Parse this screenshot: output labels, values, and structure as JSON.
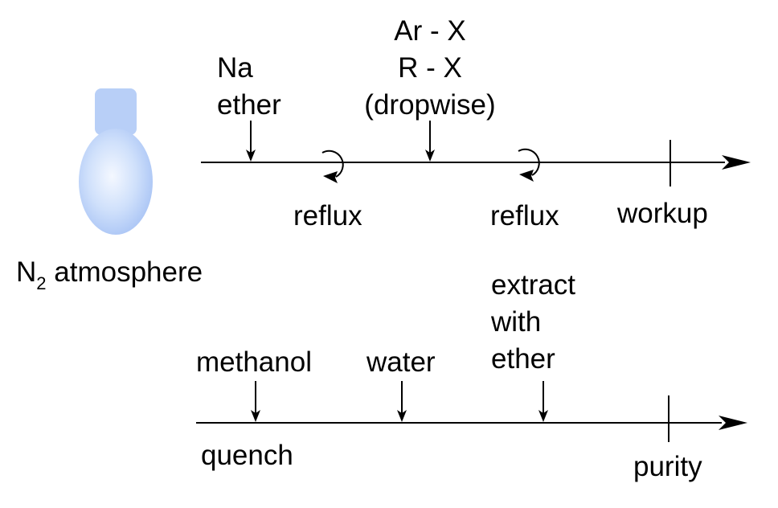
{
  "flask": {
    "label_main": "N",
    "label_sub": "2",
    "label_rest": " atmosphere",
    "neck_color": "#b8cff7",
    "body_color": "#cfe0fb"
  },
  "timeline_1": {
    "steps": [
      {
        "lines": [
          "Na",
          "ether"
        ]
      },
      {
        "lines": [
          "Ar - X",
          "R - X",
          "(dropwise)"
        ]
      }
    ],
    "reflux_labels": [
      "reflux",
      "reflux"
    ],
    "end_label": "workup"
  },
  "timeline_2": {
    "steps": [
      {
        "lines": [
          "methanol"
        ]
      },
      {
        "lines": [
          "water"
        ]
      },
      {
        "lines": [
          "extract",
          "with",
          "ether"
        ]
      }
    ],
    "start_label": "quench",
    "end_label": "purity"
  },
  "colors": {
    "line": "#000000",
    "flask_neck": "#b8cff7",
    "flask_body": "#cfe0fb"
  }
}
